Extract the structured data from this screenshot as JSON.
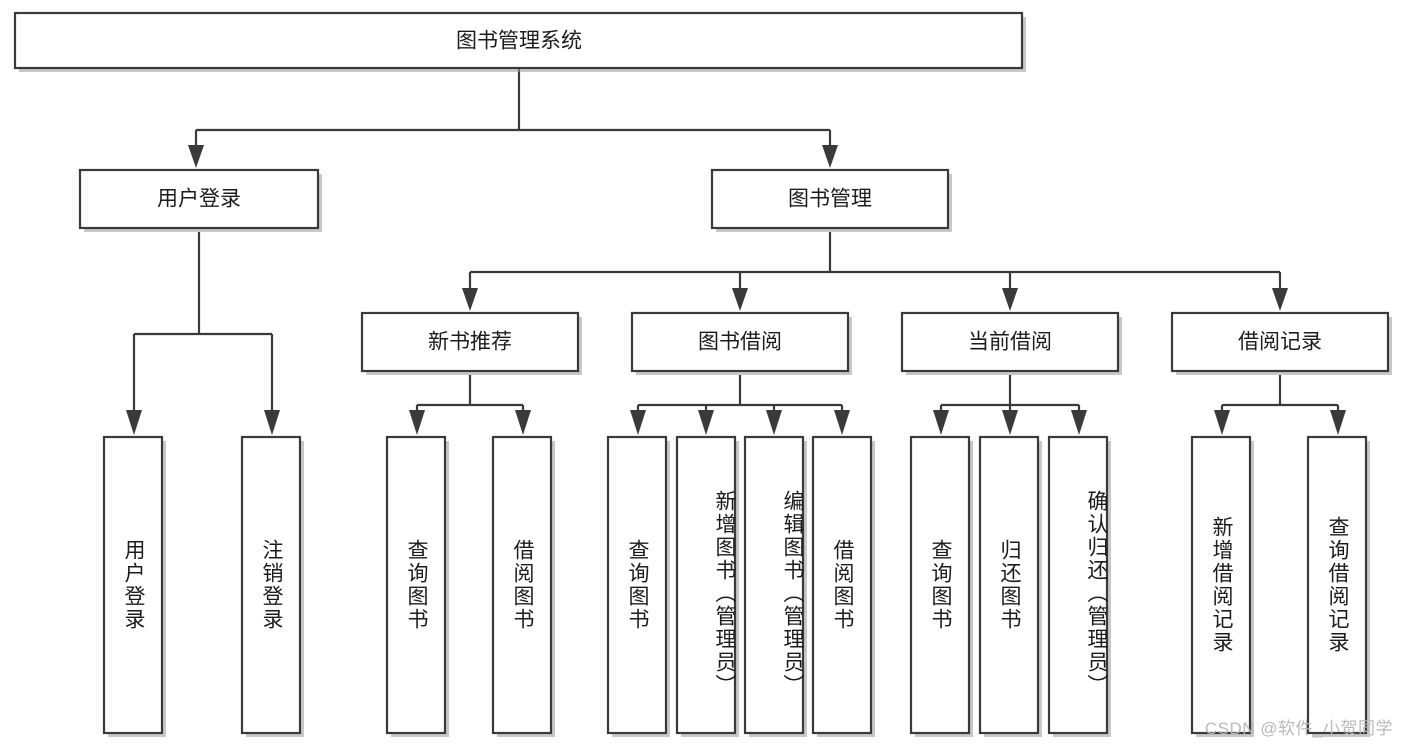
{
  "diagram": {
    "title": "图书管理系统",
    "type": "tree-hierarchy-diagram",
    "watermark": "CSDN @软件_小贺同学",
    "colors": {
      "stroke": "#3a3a3a",
      "fill": "#ffffff",
      "text": "#1c1c1c",
      "watermark": "#b9b9b9"
    },
    "root": {
      "label": "图书管理系统",
      "orientation": "horizontal"
    },
    "level2": [
      {
        "label": "用户登录",
        "orientation": "horizontal"
      },
      {
        "label": "图书管理",
        "orientation": "horizontal"
      }
    ],
    "level3": [
      {
        "label": "新书推荐",
        "orientation": "horizontal"
      },
      {
        "label": "图书借阅",
        "orientation": "horizontal"
      },
      {
        "label": "当前借阅",
        "orientation": "horizontal"
      },
      {
        "label": "借阅记录",
        "orientation": "horizontal"
      }
    ],
    "leaves": {
      "用户登录": [
        {
          "label": "用户登录",
          "orientation": "vertical"
        },
        {
          "label": "注销登录",
          "orientation": "vertical"
        }
      ],
      "新书推荐": [
        {
          "label": "查询图书",
          "orientation": "vertical"
        },
        {
          "label": "借阅图书",
          "orientation": "vertical"
        }
      ],
      "图书借阅": [
        {
          "label": "查询图书",
          "orientation": "vertical"
        },
        {
          "label": "新增图书（管理员）",
          "orientation": "vertical"
        },
        {
          "label": "编辑图书（管理员）",
          "orientation": "vertical"
        },
        {
          "label": "借阅图书",
          "orientation": "vertical"
        }
      ],
      "当前借阅": [
        {
          "label": "查询图书",
          "orientation": "vertical"
        },
        {
          "label": "归还图书",
          "orientation": "vertical"
        },
        {
          "label": "确认归还（管理员）",
          "orientation": "vertical"
        }
      ],
      "借阅记录": [
        {
          "label": "新增借阅记录",
          "orientation": "vertical"
        },
        {
          "label": "查询借阅记录",
          "orientation": "vertical"
        }
      ]
    }
  }
}
